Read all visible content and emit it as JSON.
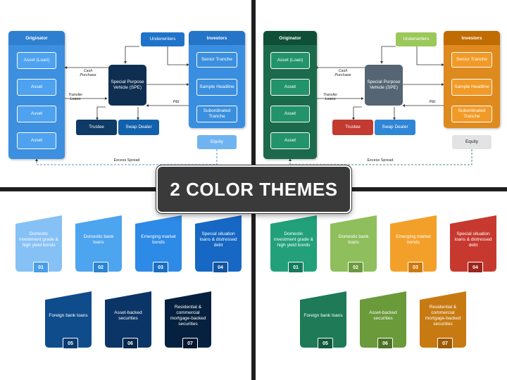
{
  "banner": "2 COLOR THEMES",
  "flow": {
    "originator": "Originator",
    "originator_items": [
      "Asset (Loan)",
      "Asset",
      "Asset",
      "Asset"
    ],
    "underwriters": "Underwriters",
    "investors": "Investors",
    "investor_items": [
      "Senior Tranche",
      "Sample Headline",
      "Subordinated Tranche"
    ],
    "equity": "Equity",
    "spv": "Special Purpose Vehicle (SPE)",
    "trustee": "Trustee",
    "swap_dealer": "Swap Dealer",
    "cash_purchase": "Cash Purchase",
    "transfer_loans": "Transfer Loans",
    "pi": "P&I",
    "excess_spread": "Excess Spread"
  },
  "cards": [
    {
      "num": "01",
      "text": "Domestic investment grade & high yield bonds"
    },
    {
      "num": "02",
      "text": "Domestic bank loans"
    },
    {
      "num": "03",
      "text": "Emerging market bonds"
    },
    {
      "num": "04",
      "text": "Special situation loans & distressed debt"
    },
    {
      "num": "05",
      "text": "Foreign bank loans"
    },
    {
      "num": "06",
      "text": "Asset-backed securities"
    },
    {
      "num": "07",
      "text": "Residential & commercial mortgage-backed securities"
    }
  ],
  "themes": {
    "blue": {
      "originator_col": "#3d8fe0",
      "originator_item": "#4ea2f0",
      "originator_head": "#2f7fd0",
      "underwriters": "#1f73c9",
      "investor_col": "#3a8ee0",
      "investor_head": "#2474c8",
      "investor_item": "#3b8fdf",
      "equity": "#6fb4f0",
      "spv": "#0f2f52",
      "trustee": "#0e3a66",
      "swap": "#1261ad",
      "cards": [
        "#86c1f5",
        "#4da4ef",
        "#2d8ae6",
        "#1668c4",
        "#0f4c8c",
        "#0b3566",
        "#06213f"
      ],
      "card_nums": [
        "#4a9de8",
        "#2a84d8",
        "#1a6fc4",
        "#0f54a0",
        "#0b3a70",
        "#07284e",
        "#04172e"
      ]
    },
    "color": {
      "originator_col": "#1c6a4c",
      "originator_item": "#23936b",
      "originator_head": "#0f4e37",
      "underwriters": "#9bc85a",
      "investor_col": "#de8a1e",
      "investor_head": "#c06c00",
      "investor_item": "#f29a28",
      "equity": "#e3e3e3",
      "spv": "#556573",
      "trustee": "#c23a30",
      "swap": "#2f86d6",
      "cards": [
        "#22a07a",
        "#8fbf5c",
        "#f3a02a",
        "#c7392f",
        "#1e7a57",
        "#6a9a3a",
        "#c87a12"
      ],
      "card_nums": [
        "#167a5c",
        "#6c9a3c",
        "#cc7a10",
        "#9c241c",
        "#125a40",
        "#4c7424",
        "#9c5a06"
      ]
    }
  }
}
